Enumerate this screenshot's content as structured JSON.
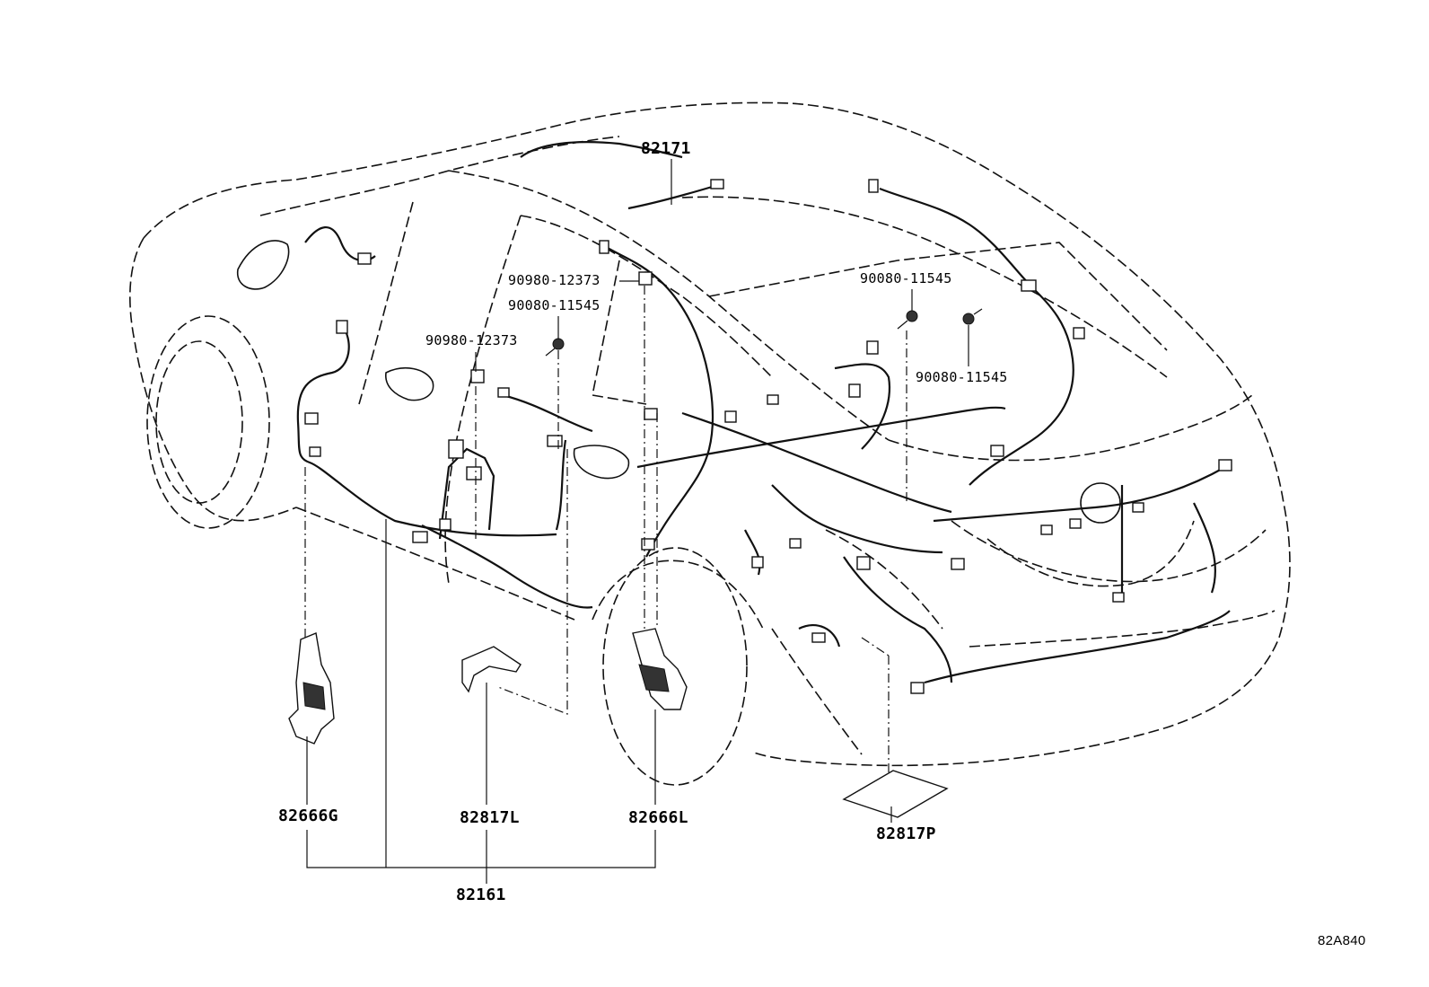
{
  "diagram": {
    "callouts": [
      {
        "id": "82171",
        "text": "82171"
      },
      {
        "id": "90980-12373-a",
        "text": "90980-12373"
      },
      {
        "id": "90080-11545-a",
        "text": "90080-11545"
      },
      {
        "id": "90980-12373-b",
        "text": "90980-12373"
      },
      {
        "id": "90080-11545-b",
        "text": "90080-11545"
      },
      {
        "id": "90080-11545-c",
        "text": "90080-11545"
      },
      {
        "id": "82666G",
        "text": "82666G"
      },
      {
        "id": "82817L",
        "text": "82817L"
      },
      {
        "id": "82666L",
        "text": "82666L"
      },
      {
        "id": "82817P",
        "text": "82817P"
      },
      {
        "id": "82161",
        "text": "82161"
      }
    ],
    "figure_code": "82A840"
  }
}
